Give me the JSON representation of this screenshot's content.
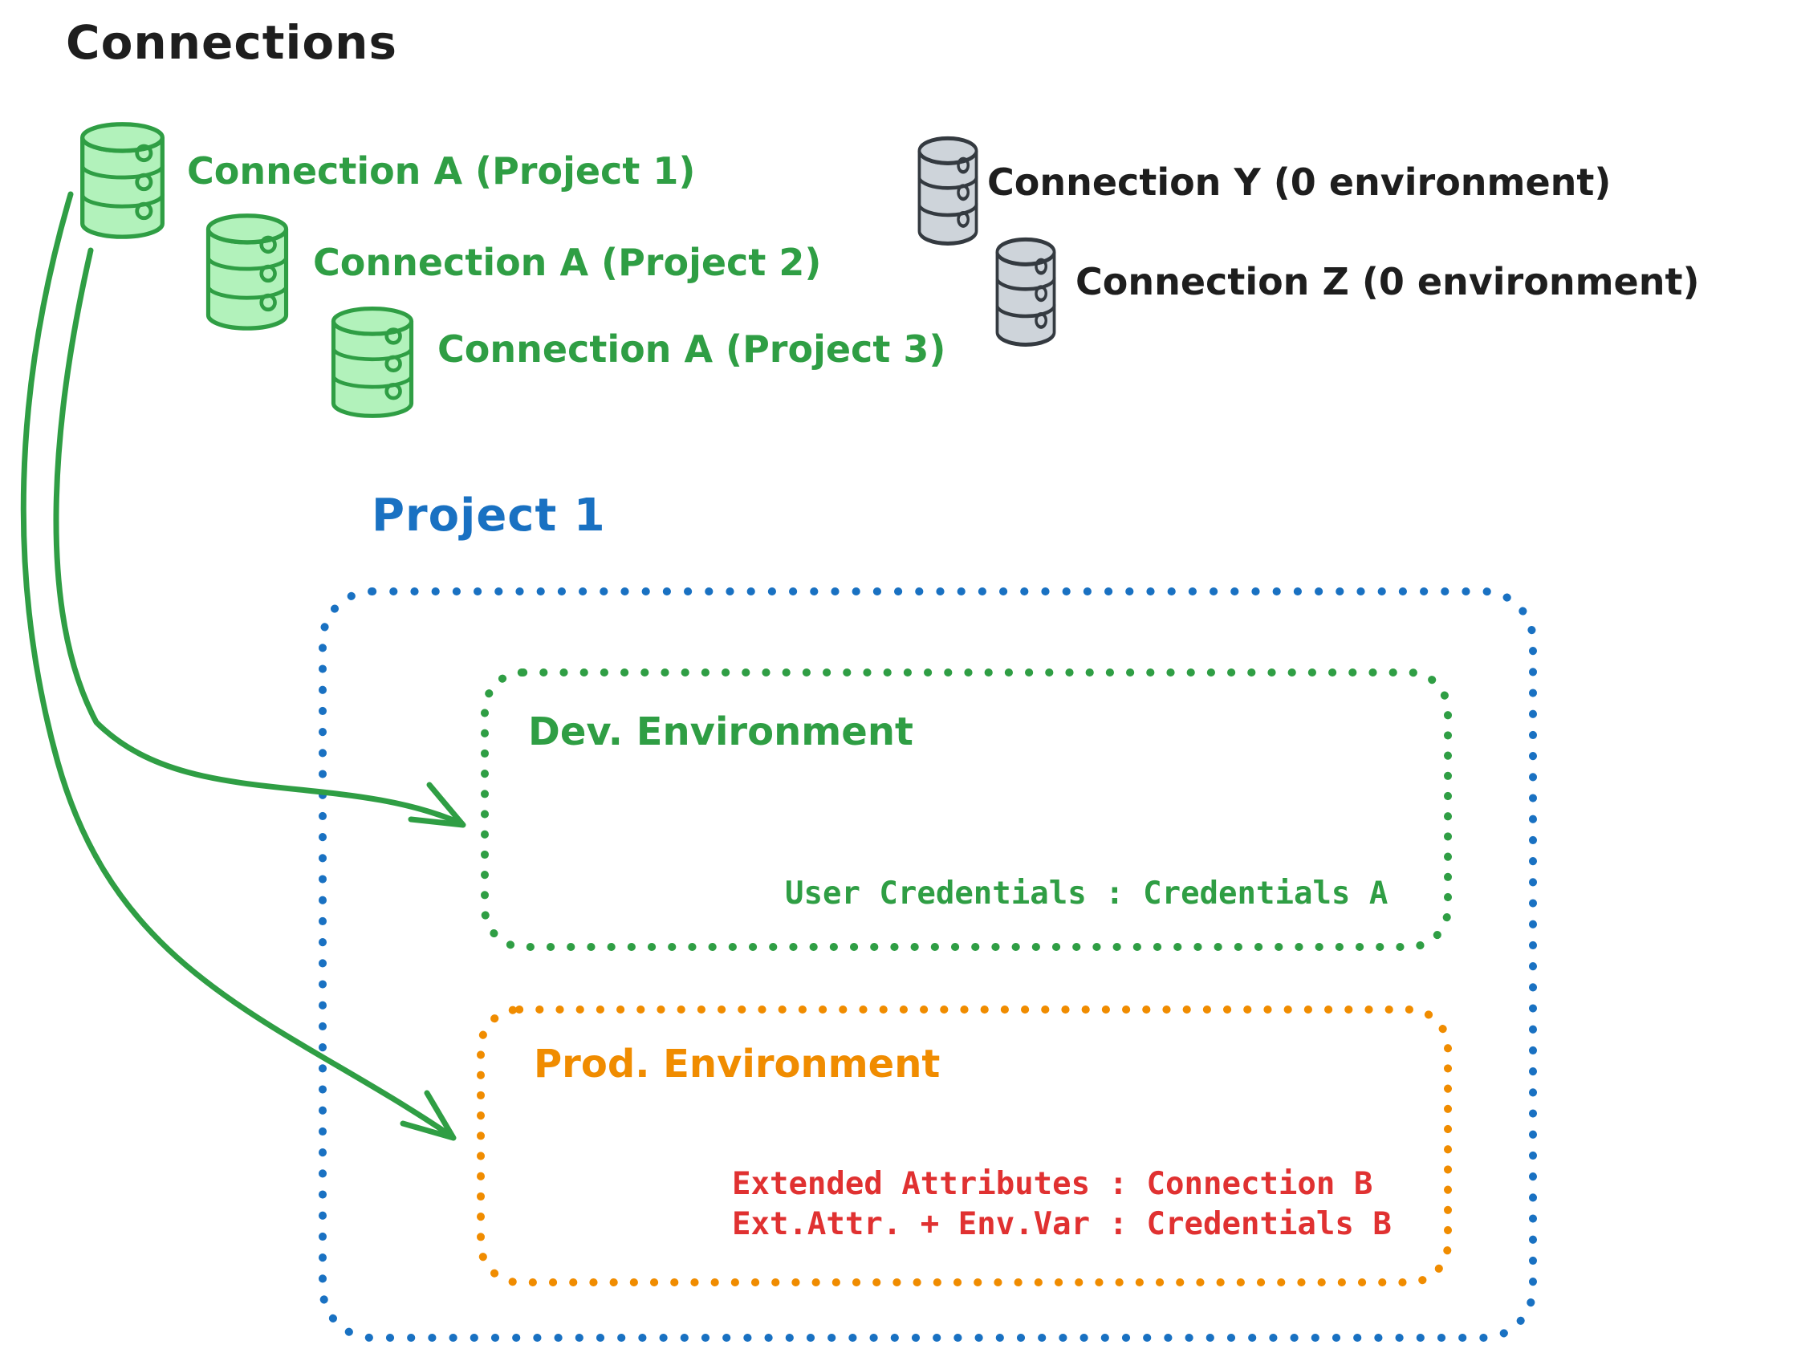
{
  "title": "Connections",
  "colors": {
    "green_stroke": "#2f9e44",
    "green_fill": "#b2f2bb",
    "gray_stroke": "#343a40",
    "gray_fill": "#ced4da",
    "blue": "#1971c2",
    "orange": "#f08c00",
    "yellow_fill": "#ffec99",
    "red": "#e03131",
    "black": "#1e1e1e"
  },
  "connections": {
    "assigned": [
      {
        "icon": "database-icon",
        "label": "Connection A (Project 1)"
      },
      {
        "icon": "database-icon",
        "label": "Connection A (Project 2)"
      },
      {
        "icon": "database-icon",
        "label": "Connection A (Project 3)"
      }
    ],
    "unassigned": [
      {
        "icon": "database-icon",
        "label": "Connection Y (0 environment)"
      },
      {
        "icon": "database-icon",
        "label": "Connection Z (0 environment)"
      }
    ]
  },
  "project": {
    "title": "Project 1",
    "dev_environment": {
      "title": "Dev. Environment",
      "mapping": "User Credentials : Credentials A"
    },
    "prod_environment": {
      "title": "Prod. Environment",
      "mappings": [
        "Extended Attributes : Connection B",
        "Ext.Attr. + Env.Var : Credentials B"
      ]
    }
  }
}
